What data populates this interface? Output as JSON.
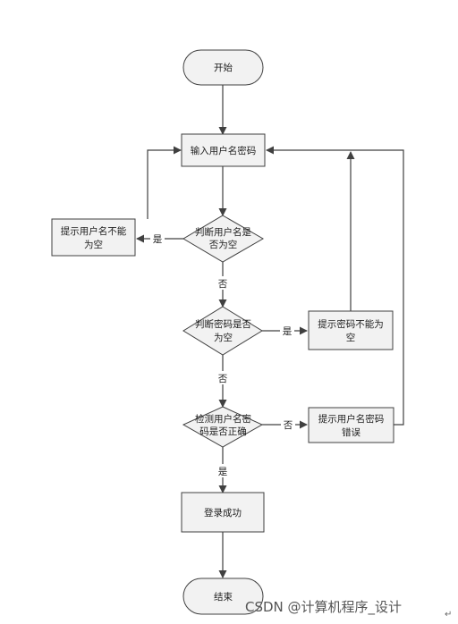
{
  "nodes": {
    "start": "开始",
    "input": "输入用户名密码",
    "check_username": [
      "判断用户名是",
      "否为空"
    ],
    "username_empty_tip": [
      "提示用户名不能",
      "为空"
    ],
    "check_password": [
      "判断密码是否",
      "为空"
    ],
    "password_empty_tip": [
      "提示密码不能为",
      "空"
    ],
    "verify_credentials": [
      "检测用户名密",
      "码是否正确"
    ],
    "credentials_error_tip": [
      "提示用户名密码",
      "错误"
    ],
    "login_success": "登录成功",
    "end": "结束"
  },
  "edge_labels": {
    "username_empty_yes": "是",
    "username_empty_no": "否",
    "password_empty_yes": "是",
    "password_empty_no": "否",
    "credentials_wrong": "否",
    "credentials_right": "是"
  },
  "watermark": "CSDN @计算机程序_设计",
  "colors": {
    "shape_fill": "#f2f2f2",
    "stroke": "#404040",
    "text": "#222222"
  }
}
